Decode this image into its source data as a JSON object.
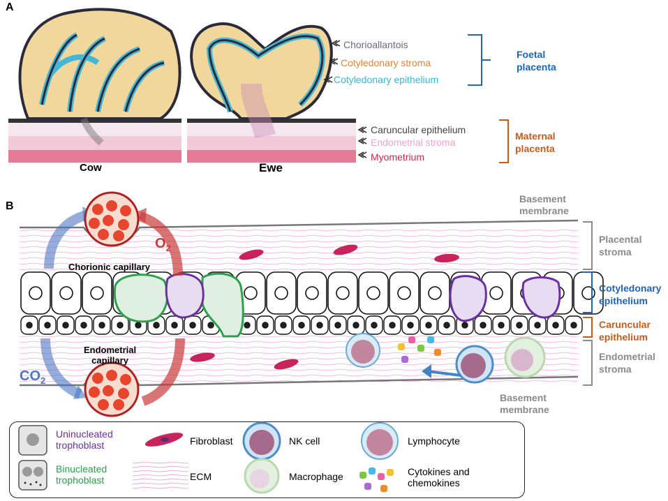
{
  "panelA": {
    "letter": "A",
    "cow_label": "Cow",
    "ewe_label": "Ewe",
    "foetal": {
      "layers": [
        {
          "text": "Chorioallantois",
          "color": "#6b6b7a"
        },
        {
          "text": "Cotyledonary stroma",
          "color": "#e6823a"
        },
        {
          "text": "Cotyledonary epithelium",
          "color": "#3bb7d4"
        }
      ],
      "group_label_line1": "Foetal",
      "group_label_line2": "placenta",
      "group_color": "#1f64b8"
    },
    "maternal": {
      "layers": [
        {
          "text": "Caruncular epithelium",
          "color": "#444444"
        },
        {
          "text": "Endometrial stroma",
          "color": "#e8a7cc"
        },
        {
          "text": "Myometrium",
          "color": "#d8234e"
        }
      ],
      "group_label_line1": "Maternal",
      "group_label_line2": "placenta",
      "group_color": "#cc5a17"
    }
  },
  "panelB": {
    "letter": "B",
    "basement_top_l1": "Basement",
    "basement_top_l2": "membrane",
    "basement_bottom_l1": "Basement",
    "basement_bottom_l2": "membrane",
    "o2_label": "O",
    "o2_sub": "2",
    "co2_label": "CO",
    "co2_sub": "2",
    "chorionic_capillary": "Chorionic capillary",
    "endometrial_capillary_l1": "Endometrial",
    "endometrial_capillary_l2": "capillary",
    "right_labels": {
      "placental_stroma_l1": "Placental",
      "placental_stroma_l2": "stroma",
      "cotyledonary_epithelium_l1": "Cotyledonary",
      "cotyledonary_epithelium_l2": "epithelium",
      "caruncular_epithelium_l1": "Caruncular",
      "caruncular_epithelium_l2": "epithelium",
      "endometrial_stroma_l1": "Endometrial",
      "endometrial_stroma_l2": "stroma"
    },
    "colors": {
      "grey": "#8a8a8a",
      "cotyledonary": "#1f64b8",
      "caruncular": "#cc5a17",
      "o2_red": "#c93a3a",
      "co2_blue": "#4d76c2"
    }
  },
  "legend": {
    "uninucleated_l1": "Uninucleated",
    "uninucleated_l2": "trophoblast",
    "binucleated_l1": "Binucleated",
    "binucleated_l2": "trophoblast",
    "fibroblast": "Fibroblast",
    "ecm": "ECM",
    "nk_cell": "NK cell",
    "macrophage": "Macrophage",
    "lymphocyte": "Lymphocyte",
    "cytokines_l1": "Cytokines and",
    "cytokines_l2": "chemokines",
    "colors": {
      "uninucleated": "#6a2fa0",
      "binucleated": "#2aa14a"
    }
  }
}
